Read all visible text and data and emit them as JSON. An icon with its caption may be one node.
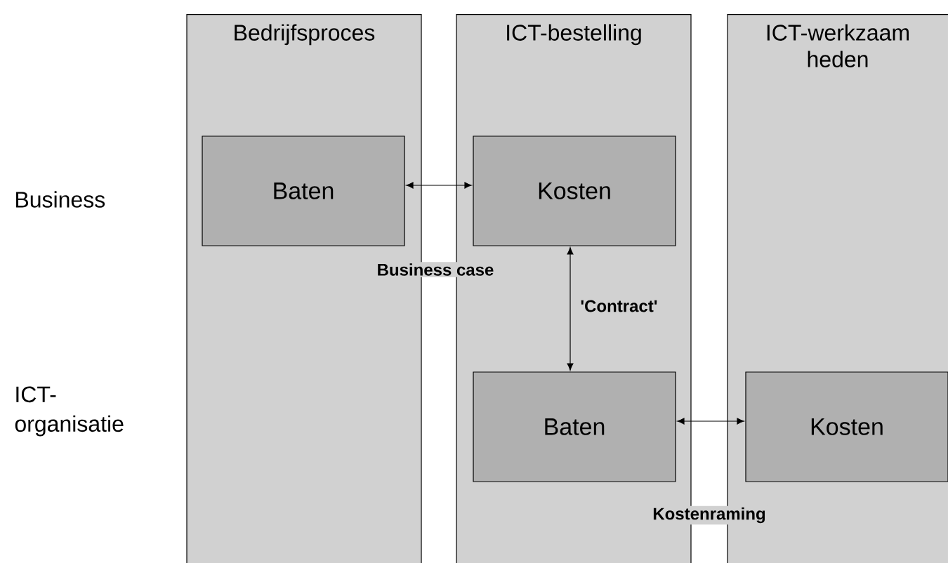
{
  "diagram": {
    "nodes": [
      {
        "text": [
          "Bedrijfsproces"
        ]
      },
      {
        "text": [
          "Baten"
        ],
        "in": 0
      },
      {
        "text": [
          "ICT-bestelling"
        ]
      },
      {
        "text": [
          "Kosten"
        ],
        "in": 2
      },
      {
        "text": [
          "Baten"
        ],
        "in": 2
      },
      {
        "text": [
          "ICT-werkzaam heden"
        ]
      },
      {
        "text": [
          "Kosten"
        ],
        "in": 5
      }
    ],
    "edges": [
      {
        "from": 1,
        "to": 3,
        "arrow": "both"
      },
      {
        "from": 3,
        "to": 4,
        "arrow": "both",
        "label": "'Contract'"
      },
      {
        "from": 4,
        "to": 6,
        "arrow": "both"
      }
    ],
    "labels": [
      "Business",
      "Business case",
      "ICT- organisatie",
      "Kostenraming"
    ]
  }
}
